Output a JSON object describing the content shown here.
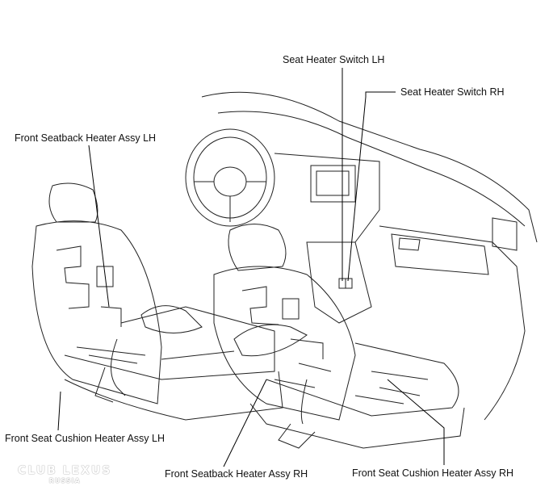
{
  "labels": {
    "switch_lh": "Seat Heater Switch LH",
    "switch_rh": "Seat Heater Switch RH",
    "seatback_lh": "Front Seatback Heater Assy LH",
    "cushion_lh": "Front Seat Cushion Heater Assy LH",
    "seatback_rh": "Front Seatback Heater Assy RH",
    "cushion_rh": "Front Seat Cushion Heater Assy RH"
  },
  "watermark": {
    "line1": "CLUB LEXUS",
    "line2": "RUSSIA"
  }
}
